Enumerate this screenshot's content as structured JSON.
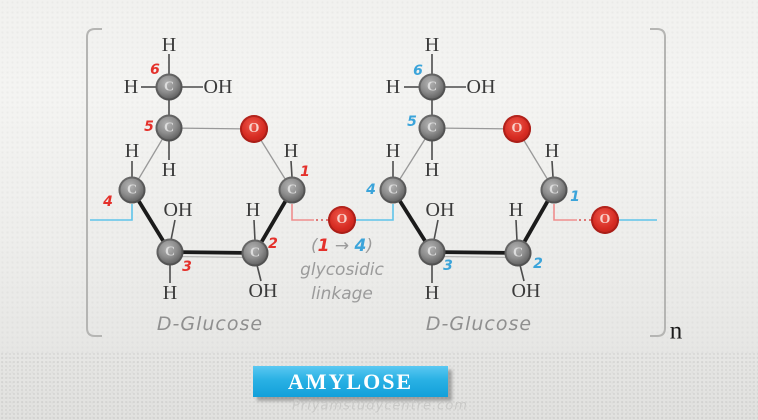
{
  "colors": {
    "number_red": "#e4312b",
    "number_blue": "#3ba4da",
    "bond_pink": "#ef8d8d",
    "bond_cyan": "#5fc4ea",
    "carbon_gray": "#5e5e5e",
    "oxygen_red": "#d62b22",
    "banner_blue_top": "#5ac8f2",
    "banner_blue_bottom": "#12a0da",
    "handwriting_gray": "#9b9b9b"
  },
  "atoms": {
    "carbon": "C",
    "oxygen": "O"
  },
  "bond_labels": {
    "h": "H",
    "oh": "OH"
  },
  "ring_numbers": {
    "n1": "1",
    "n2": "2",
    "n3": "3",
    "n4": "4",
    "n5": "5",
    "n6": "6"
  },
  "left_unit": {
    "name": "D-Glucose"
  },
  "right_unit": {
    "name": "D-Glucose"
  },
  "linkage": {
    "open": "(",
    "from": "1",
    "arrow": "→",
    "to": "4",
    "close": ")",
    "word1": "glycosidic",
    "word2": "linkage"
  },
  "repeat_subscript": "n",
  "banner": {
    "label": "AMYLOSE"
  },
  "watermark": "Priyamstudycentre.com"
}
